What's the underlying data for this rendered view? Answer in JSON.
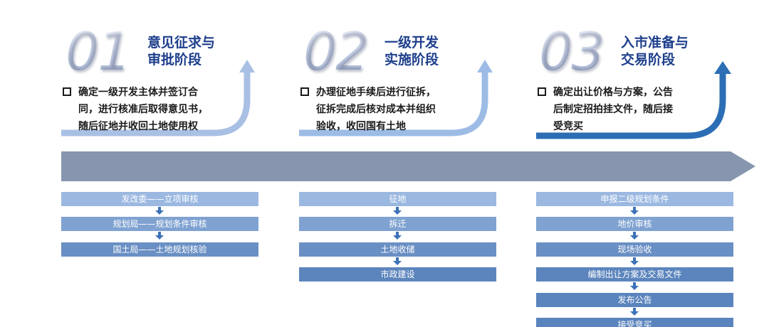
{
  "stages": [
    {
      "number": "01",
      "title": "意见征求与\n审批阶段",
      "description": "确定一级开发主体并签订合\n同，进行核准后取得意见书，\n随后征地并收回土地使用权",
      "steps": [
        "发改委——立项审核",
        "规划局——规划条件审核",
        "国土局——土地规划核验"
      ]
    },
    {
      "number": "02",
      "title": "一级开发\n实施阶段",
      "description": "办理征地手续后进行征拆，\n征拆完成后核对成本并组织\n验收，收回国有土地",
      "steps": [
        "征地",
        "拆迁",
        "土地收储",
        "市政建设"
      ]
    },
    {
      "number": "03",
      "title": "入市准备与\n交易阶段",
      "description": "确定出让价格与方案，公告\n后制定招拍挂文件，随后接\n受竞买",
      "steps": [
        "申报二级规划条件",
        "地价审核",
        "现场验收",
        "编制出让方案及交易文件",
        "发布公告",
        "接受竞买"
      ]
    }
  ],
  "colors": {
    "title": "#1e3f8c",
    "timeline": "#8796ae",
    "arrow_1": "#a9c0e4",
    "arrow_2": "#9cbce6",
    "arrow_3": "#2c6eb5",
    "step_shades": [
      "#9bb8e1",
      "#7fa2d1",
      "#6a8fc4",
      "#5c85bd",
      "#5a84bd",
      "#5a84bd"
    ]
  },
  "icons": {
    "bullet": "hollow-square-icon",
    "connector": "down-arrow-icon"
  }
}
